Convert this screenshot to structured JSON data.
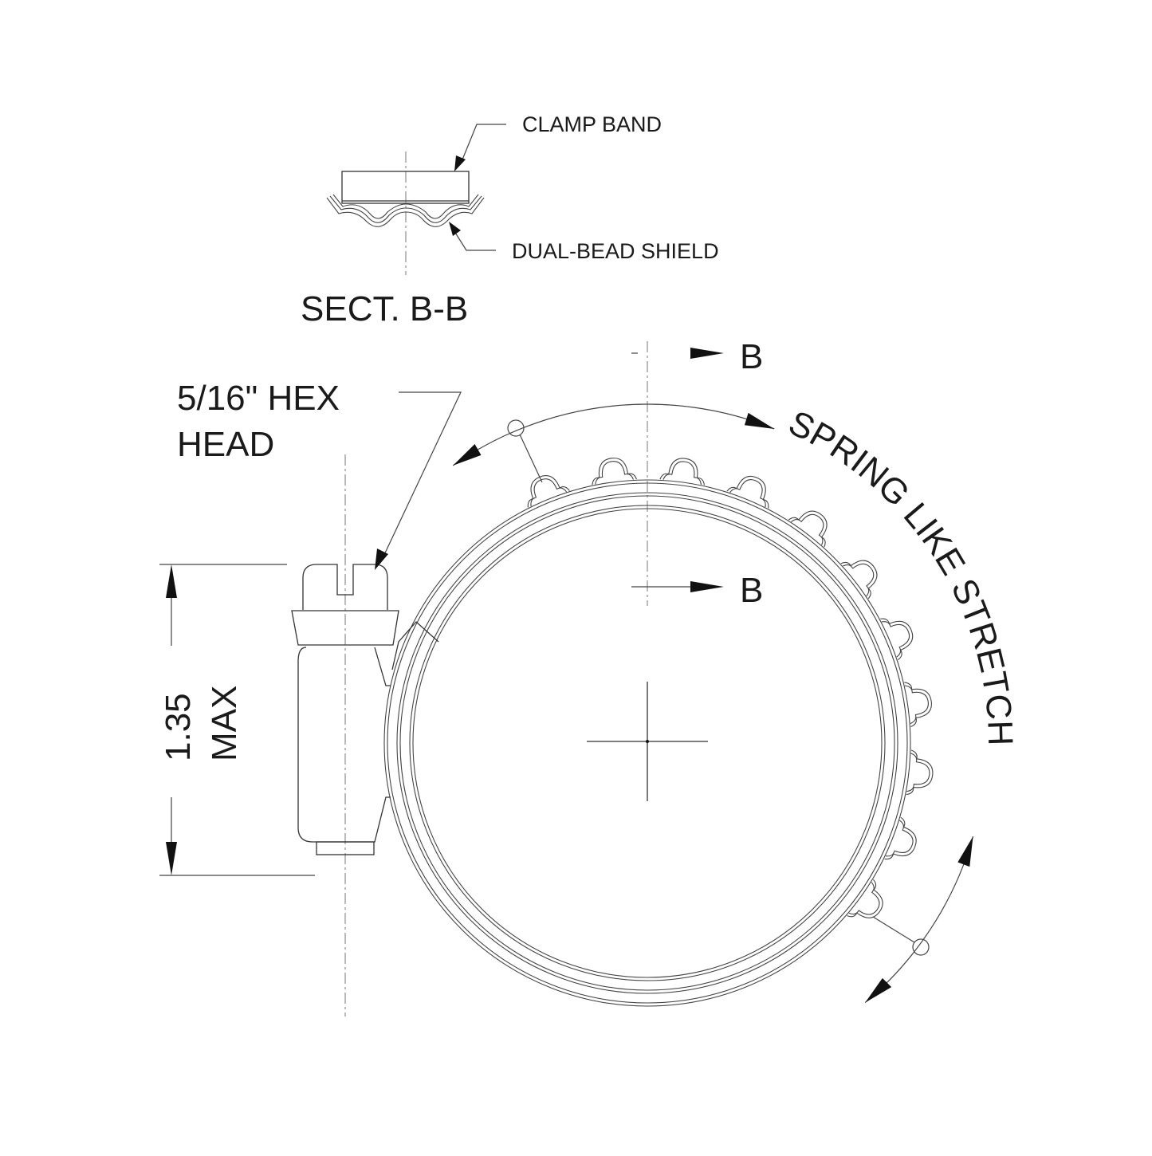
{
  "labels": {
    "clamp_band": "CLAMP BAND",
    "dual_bead_shield": "DUAL-BEAD SHIELD",
    "section_title": "SECT. B-B",
    "section_marker_top": "B",
    "section_marker_bottom": "B",
    "hex_head_line1": "5/16\" HEX",
    "hex_head_line2": "HEAD",
    "dimension_value": "1.35",
    "dimension_note": "MAX",
    "spring_note": "SPRING LIKE STRETCH"
  }
}
